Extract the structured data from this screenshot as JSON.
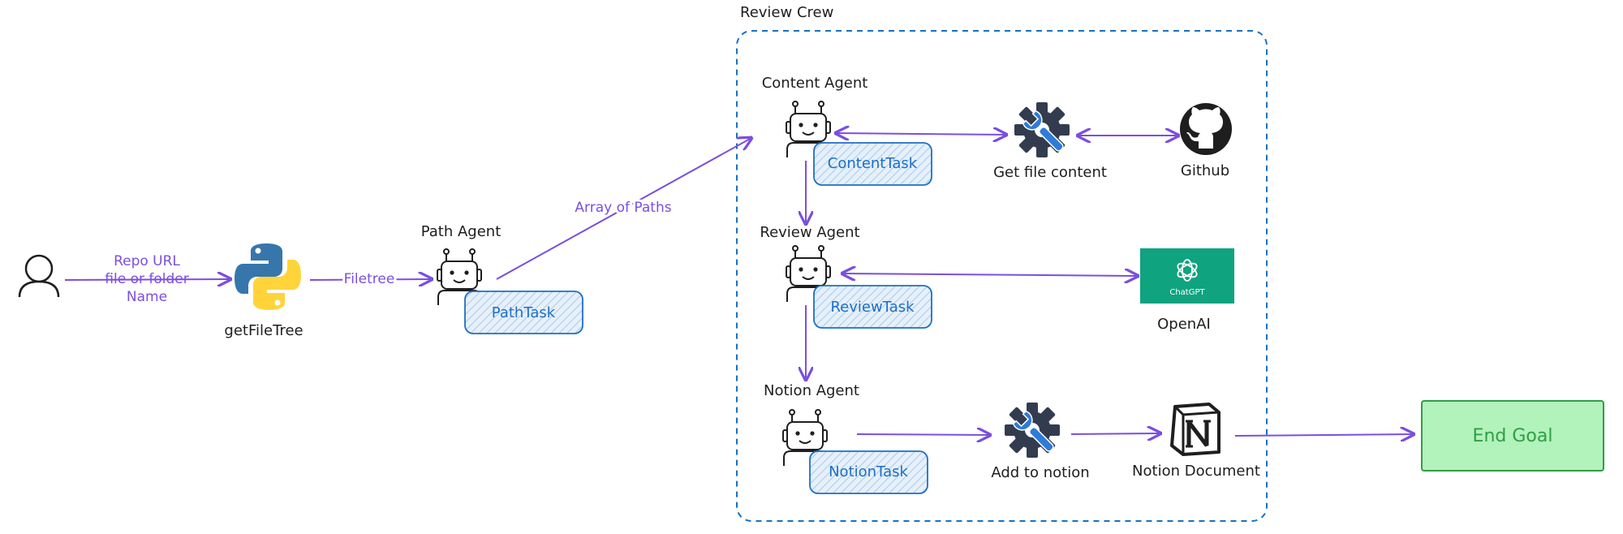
{
  "crew": {
    "title": "Review Crew"
  },
  "user": {
    "icon": "user-icon"
  },
  "nodes": {
    "get_file_tree": "getFileTree",
    "path_agent": "Path Agent",
    "path_task": "PathTask",
    "content_agent": "Content Agent",
    "content_task": "ContentTask",
    "get_file_content": "Get file content",
    "github": "Github",
    "review_agent": "Review Agent",
    "review_task": "ReviewTask",
    "chatgpt_badge": "ChatGPT",
    "openai": "OpenAI",
    "notion_agent": "Notion Agent",
    "notion_task": "NotionTask",
    "add_to_notion": "Add to notion",
    "notion_document": "Notion Document",
    "end_goal": "End Goal"
  },
  "edges": {
    "repo_input_line1": "Repo URL",
    "repo_input_line2": "file or folder",
    "repo_input_line3": "Name",
    "filetree": "Filetree",
    "array_of_paths": "Array of Paths"
  },
  "colors": {
    "arrow": "#7a4fe0",
    "crew_border": "#1971c2",
    "task_fill": "#dbe9f7",
    "task_border": "#1f6fc5",
    "end_goal_fill": "#b2f2bb",
    "end_goal_border": "#2f9e44",
    "openai_green": "#10a37f",
    "tool_gear": "#333c4e",
    "tool_wrench": "#2f7bd8"
  }
}
